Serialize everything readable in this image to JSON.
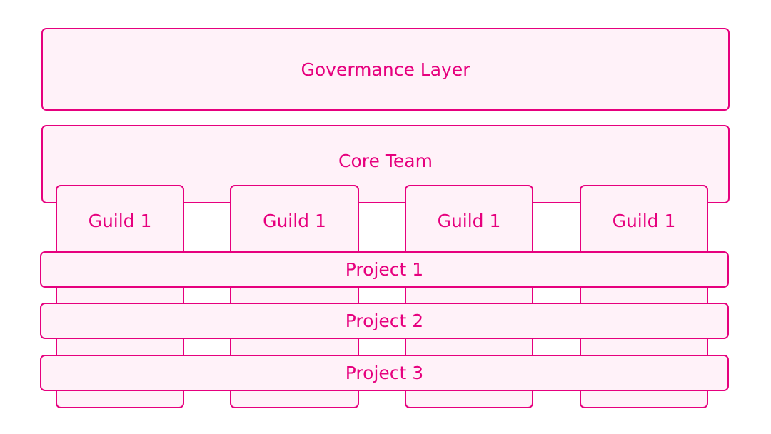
{
  "colors": {
    "accent": "#E6007E",
    "fill": "#FFF2F9",
    "background": "#FFFFFF"
  },
  "governance": {
    "label": "Govermance Layer"
  },
  "core_team": {
    "label": "Core Team"
  },
  "guilds": [
    {
      "label": "Guild 1"
    },
    {
      "label": "Guild 1"
    },
    {
      "label": "Guild 1"
    },
    {
      "label": "Guild 1"
    }
  ],
  "projects": [
    {
      "label": "Project 1"
    },
    {
      "label": "Project 2"
    },
    {
      "label": "Project 3"
    }
  ]
}
